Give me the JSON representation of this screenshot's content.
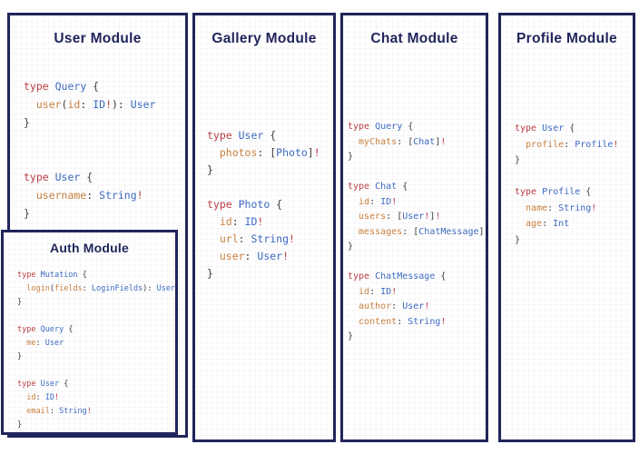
{
  "colors": {
    "navy": "#21255b",
    "keyword": "#bb3e43",
    "typename": "#3c6ac1",
    "field": "#c8803f",
    "punct": "#3f3f44",
    "bang": "#bb3e43"
  },
  "panels": {
    "user": {
      "title": "User Module",
      "code": [
        [
          [
            "k",
            "type "
          ],
          [
            "t",
            "Query "
          ],
          [
            "p",
            "{"
          ]
        ],
        [
          [
            "f",
            "  user"
          ],
          [
            "p",
            "("
          ],
          [
            "f",
            "id"
          ],
          [
            "p",
            ": "
          ],
          [
            "t",
            "ID"
          ],
          [
            "b",
            "!"
          ],
          [
            "p",
            "): "
          ],
          [
            "t",
            "User"
          ]
        ],
        [
          [
            "p",
            "}"
          ]
        ],
        [],
        [],
        [
          [
            "k",
            "type "
          ],
          [
            "t",
            "User "
          ],
          [
            "p",
            "{"
          ]
        ],
        [
          [
            "f",
            "  username"
          ],
          [
            "p",
            ": "
          ],
          [
            "t",
            "String"
          ],
          [
            "b",
            "!"
          ]
        ],
        [
          [
            "p",
            "}"
          ]
        ]
      ]
    },
    "auth": {
      "title": "Auth Module",
      "code": [
        [
          [
            "k",
            "type "
          ],
          [
            "t",
            "Mutation "
          ],
          [
            "p",
            "{"
          ]
        ],
        [
          [
            "f",
            "  login"
          ],
          [
            "p",
            "("
          ],
          [
            "f",
            "fields"
          ],
          [
            "p",
            ": "
          ],
          [
            "t",
            "LoginFields"
          ],
          [
            "p",
            "): "
          ],
          [
            "t",
            "User"
          ]
        ],
        [
          [
            "p",
            "}"
          ]
        ],
        [],
        [
          [
            "k",
            "type "
          ],
          [
            "t",
            "Query "
          ],
          [
            "p",
            "{"
          ]
        ],
        [
          [
            "f",
            "  me"
          ],
          [
            "p",
            ": "
          ],
          [
            "t",
            "User"
          ]
        ],
        [
          [
            "p",
            "}"
          ]
        ],
        [],
        [
          [
            "k",
            "type "
          ],
          [
            "t",
            "User "
          ],
          [
            "p",
            "{"
          ]
        ],
        [
          [
            "f",
            "  id"
          ],
          [
            "p",
            ": "
          ],
          [
            "t",
            "ID"
          ],
          [
            "b",
            "!"
          ]
        ],
        [
          [
            "f",
            "  email"
          ],
          [
            "p",
            ": "
          ],
          [
            "t",
            "String"
          ],
          [
            "b",
            "!"
          ]
        ],
        [
          [
            "p",
            "}"
          ]
        ]
      ]
    },
    "gallery": {
      "title": "Gallery Module",
      "code": [
        [
          [
            "k",
            "type "
          ],
          [
            "t",
            "User "
          ],
          [
            "p",
            "{"
          ]
        ],
        [
          [
            "f",
            "  photos"
          ],
          [
            "p",
            ": ["
          ],
          [
            "t",
            "Photo"
          ],
          [
            "p",
            "]"
          ],
          [
            "b",
            "!"
          ]
        ],
        [
          [
            "p",
            "}"
          ]
        ],
        [],
        [
          [
            "k",
            "type "
          ],
          [
            "t",
            "Photo "
          ],
          [
            "p",
            "{"
          ]
        ],
        [
          [
            "f",
            "  id"
          ],
          [
            "p",
            ": "
          ],
          [
            "t",
            "ID"
          ],
          [
            "b",
            "!"
          ]
        ],
        [
          [
            "f",
            "  url"
          ],
          [
            "p",
            ": "
          ],
          [
            "t",
            "String"
          ],
          [
            "b",
            "!"
          ]
        ],
        [
          [
            "f",
            "  user"
          ],
          [
            "p",
            ": "
          ],
          [
            "t",
            "User"
          ],
          [
            "b",
            "!"
          ]
        ],
        [
          [
            "p",
            "}"
          ]
        ]
      ]
    },
    "chat": {
      "title": "Chat Module",
      "code": [
        [
          [
            "k",
            "type "
          ],
          [
            "t",
            "Query "
          ],
          [
            "p",
            "{"
          ]
        ],
        [
          [
            "f",
            "  myChats"
          ],
          [
            "p",
            ": ["
          ],
          [
            "t",
            "Chat"
          ],
          [
            "p",
            "]"
          ],
          [
            "b",
            "!"
          ]
        ],
        [
          [
            "p",
            "}"
          ]
        ],
        [],
        [
          [
            "k",
            "type "
          ],
          [
            "t",
            "Chat "
          ],
          [
            "p",
            "{"
          ]
        ],
        [
          [
            "f",
            "  id"
          ],
          [
            "p",
            ": "
          ],
          [
            "t",
            "ID"
          ],
          [
            "b",
            "!"
          ]
        ],
        [
          [
            "f",
            "  users"
          ],
          [
            "p",
            ": ["
          ],
          [
            "t",
            "User"
          ],
          [
            "b",
            "!"
          ],
          [
            "p",
            "]"
          ],
          [
            "b",
            "!"
          ]
        ],
        [
          [
            "f",
            "  messages"
          ],
          [
            "p",
            ": ["
          ],
          [
            "t",
            "ChatMessage"
          ],
          [
            "p",
            "]"
          ],
          [
            "b",
            "!"
          ]
        ],
        [
          [
            "p",
            "}"
          ]
        ],
        [],
        [
          [
            "k",
            "type "
          ],
          [
            "t",
            "ChatMessage "
          ],
          [
            "p",
            "{"
          ]
        ],
        [
          [
            "f",
            "  id"
          ],
          [
            "p",
            ": "
          ],
          [
            "t",
            "ID"
          ],
          [
            "b",
            "!"
          ]
        ],
        [
          [
            "f",
            "  author"
          ],
          [
            "p",
            ": "
          ],
          [
            "t",
            "User"
          ],
          [
            "b",
            "!"
          ]
        ],
        [
          [
            "f",
            "  content"
          ],
          [
            "p",
            ": "
          ],
          [
            "t",
            "String"
          ],
          [
            "b",
            "!"
          ]
        ],
        [
          [
            "p",
            "}"
          ]
        ]
      ]
    },
    "profile": {
      "title": "Profile Module",
      "code": [
        [
          [
            "k",
            "type "
          ],
          [
            "t",
            "User "
          ],
          [
            "p",
            "{"
          ]
        ],
        [
          [
            "f",
            "  profile"
          ],
          [
            "p",
            ": "
          ],
          [
            "t",
            "Profile"
          ],
          [
            "b",
            "!"
          ]
        ],
        [
          [
            "p",
            "}"
          ]
        ],
        [],
        [
          [
            "k",
            "type "
          ],
          [
            "t",
            "Profile "
          ],
          [
            "p",
            "{"
          ]
        ],
        [
          [
            "f",
            "  name"
          ],
          [
            "p",
            ": "
          ],
          [
            "t",
            "String"
          ],
          [
            "b",
            "!"
          ]
        ],
        [
          [
            "f",
            "  age"
          ],
          [
            "p",
            ": "
          ],
          [
            "t",
            "Int"
          ]
        ],
        [
          [
            "p",
            "}"
          ]
        ]
      ]
    }
  }
}
